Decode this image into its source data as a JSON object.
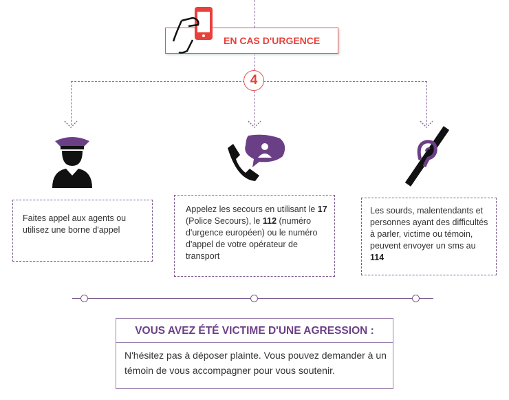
{
  "header": {
    "title": "EN CAS D'URGENCE",
    "step": "4"
  },
  "columns": [
    {
      "icon": "agent-icon",
      "text": "Faites appel aux agents ou utilisez une borne d'appel"
    },
    {
      "icon": "phone-call-icon",
      "parts": [
        "Appelez les secours en utilisant le ",
        "17",
        " (Police Secours), le ",
        "112",
        " (numéro d'urgence européen) ou le numéro d'appel de votre opérateur de transport"
      ]
    },
    {
      "icon": "deaf-icon",
      "parts": [
        "Les sourds, malentendants et personnes ayant des difficultés à parler, victime ou témoin, peuvent envoyer un sms au ",
        "114"
      ]
    }
  ],
  "aggression": {
    "title": "VOUS AVEZ ÉTÉ VICTIME D'UNE AGRESSION :",
    "text": "N'hésitez pas à déposer plainte. Vous pouvez demander à un témoin de vous accompagner pour vous soutenir."
  },
  "colors": {
    "red": "#e8403a",
    "purple": "#6b3f86"
  }
}
